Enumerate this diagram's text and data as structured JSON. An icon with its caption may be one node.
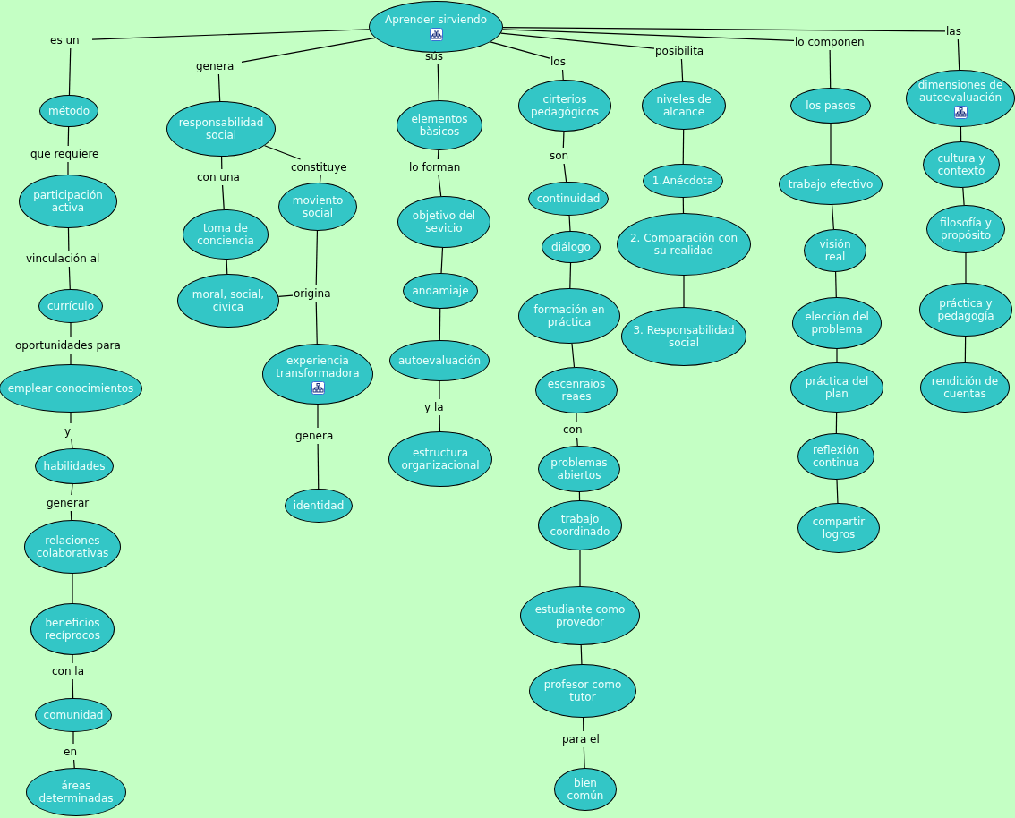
{
  "diagram": {
    "nodes": [
      {
        "text": [
          "Aprender sirviendo"
        ]
      },
      {
        "text": [
          "es un"
        ]
      },
      {
        "text": [
          "método"
        ]
      },
      {
        "text": [
          "que requiere"
        ]
      },
      {
        "text": [
          "participación activa"
        ]
      },
      {
        "text": [
          "vinculación al"
        ]
      },
      {
        "text": [
          "currículo"
        ]
      },
      {
        "text": [
          "oportunidades para"
        ]
      },
      {
        "text": [
          "emplear conocimientos"
        ]
      },
      {
        "text": [
          "y"
        ]
      },
      {
        "text": [
          "habilidades"
        ]
      },
      {
        "text": [
          "generar"
        ]
      },
      {
        "text": [
          "relaciones colaborativas"
        ]
      },
      {
        "text": [
          "beneficios recíprocos"
        ]
      },
      {
        "text": [
          "con la"
        ]
      },
      {
        "text": [
          "comunidad"
        ]
      },
      {
        "text": [
          "en"
        ]
      },
      {
        "text": [
          "áreas determinadas"
        ]
      },
      {
        "text": [
          "genera"
        ]
      },
      {
        "text": [
          "responsabilidad social"
        ]
      },
      {
        "text": [
          "con una"
        ]
      },
      {
        "text": [
          "toma de conciencia"
        ]
      },
      {
        "text": [
          "moral, social, civica"
        ]
      },
      {
        "text": [
          "constituye"
        ]
      },
      {
        "text": [
          "moviento social"
        ]
      },
      {
        "text": [
          "origina"
        ]
      },
      {
        "text": [
          "experiencia transformadora"
        ]
      },
      {
        "text": [
          "genera"
        ]
      },
      {
        "text": [
          "identidad"
        ]
      },
      {
        "text": [
          "sús"
        ]
      },
      {
        "text": [
          "elementos bàsicos"
        ]
      },
      {
        "text": [
          "lo forman"
        ]
      },
      {
        "text": [
          "objetivo del sevicio"
        ]
      },
      {
        "text": [
          "andamiaje"
        ]
      },
      {
        "text": [
          "autoevaluación"
        ]
      },
      {
        "text": [
          "y la"
        ]
      },
      {
        "text": [
          "estructura organizacional"
        ]
      },
      {
        "text": [
          "los"
        ]
      },
      {
        "text": [
          "cirterios pedagógicos"
        ]
      },
      {
        "text": [
          "son"
        ]
      },
      {
        "text": [
          "continuidad"
        ]
      },
      {
        "text": [
          "diálogo"
        ]
      },
      {
        "text": [
          "formación en práctica"
        ]
      },
      {
        "text": [
          "escenraios reaes"
        ]
      },
      {
        "text": [
          "con"
        ]
      },
      {
        "text": [
          "problemas abiertos"
        ]
      },
      {
        "text": [
          "trabajo coordinado"
        ]
      },
      {
        "text": [
          "estudiante como provedor"
        ]
      },
      {
        "text": [
          "profesor como tutor"
        ]
      },
      {
        "text": [
          "para el"
        ]
      },
      {
        "text": [
          "bien común"
        ]
      },
      {
        "text": [
          "posibilita"
        ]
      },
      {
        "text": [
          "niveles de alcance"
        ]
      },
      {
        "text": [
          "1.Anécdota"
        ]
      },
      {
        "text": [
          "2. Comparación con su realidad"
        ]
      },
      {
        "text": [
          "3. Responsabilidad social"
        ]
      },
      {
        "text": [
          "lo componen"
        ]
      },
      {
        "text": [
          "los pasos"
        ]
      },
      {
        "text": [
          "trabajo efectivo"
        ]
      },
      {
        "text": [
          "visión real"
        ]
      },
      {
        "text": [
          "elección del problema"
        ]
      },
      {
        "text": [
          "práctica del plan"
        ]
      },
      {
        "text": [
          "reflexión continua"
        ]
      },
      {
        "text": [
          "compartir logros"
        ]
      },
      {
        "text": [
          "las"
        ]
      },
      {
        "text": [
          "dimensiones de autoevaluación"
        ]
      },
      {
        "text": [
          "cultura y contexto"
        ]
      },
      {
        "text": [
          "filosofía y propósito"
        ]
      },
      {
        "text": [
          "práctica y pedagogía"
        ]
      },
      {
        "text": [
          "rendición de cuentas"
        ]
      }
    ],
    "edges": [
      {
        "from": 0,
        "to": 1,
        "arrow": "none"
      },
      {
        "from": 1,
        "to": 2,
        "arrow": "none"
      },
      {
        "from": 2,
        "to": 3,
        "arrow": "none"
      },
      {
        "from": 3,
        "to": 4,
        "arrow": "none"
      },
      {
        "from": 4,
        "to": 5,
        "arrow": "none"
      },
      {
        "from": 5,
        "to": 6,
        "arrow": "none"
      },
      {
        "from": 6,
        "to": 7,
        "arrow": "none"
      },
      {
        "from": 7,
        "to": 8,
        "arrow": "none"
      },
      {
        "from": 8,
        "to": 9,
        "arrow": "none"
      },
      {
        "from": 9,
        "to": 10,
        "arrow": "none"
      },
      {
        "from": 10,
        "to": 11,
        "arrow": "none"
      },
      {
        "from": 11,
        "to": 12,
        "arrow": "none"
      },
      {
        "from": 12,
        "to": 13,
        "arrow": "none"
      },
      {
        "from": 13,
        "to": 14,
        "arrow": "none"
      },
      {
        "from": 14,
        "to": 15,
        "arrow": "none"
      },
      {
        "from": 15,
        "to": 16,
        "arrow": "none"
      },
      {
        "from": 16,
        "to": 17,
        "arrow": "none"
      },
      {
        "from": 0,
        "to": 18,
        "arrow": "none"
      },
      {
        "from": 18,
        "to": 19,
        "arrow": "none"
      },
      {
        "from": 19,
        "to": 20,
        "arrow": "none"
      },
      {
        "from": 20,
        "to": 21,
        "arrow": "none"
      },
      {
        "from": 21,
        "to": 22,
        "arrow": "none"
      },
      {
        "from": 19,
        "to": 23,
        "arrow": "none"
      },
      {
        "from": 23,
        "to": 24,
        "arrow": "none"
      },
      {
        "from": 24,
        "to": 25,
        "arrow": "none"
      },
      {
        "from": 22,
        "to": 25,
        "arrow": "none"
      },
      {
        "from": 25,
        "to": 26,
        "arrow": "none"
      },
      {
        "from": 26,
        "to": 27,
        "arrow": "none"
      },
      {
        "from": 27,
        "to": 28,
        "arrow": "none"
      },
      {
        "from": 0,
        "to": 29,
        "arrow": "none"
      },
      {
        "from": 29,
        "to": 30,
        "arrow": "none"
      },
      {
        "from": 30,
        "to": 31,
        "arrow": "none"
      },
      {
        "from": 31,
        "to": 32,
        "arrow": "none"
      },
      {
        "from": 32,
        "to": 33,
        "arrow": "none"
      },
      {
        "from": 33,
        "to": 34,
        "arrow": "none"
      },
      {
        "from": 34,
        "to": 35,
        "arrow": "none"
      },
      {
        "from": 35,
        "to": 36,
        "arrow": "none"
      },
      {
        "from": 0,
        "to": 37,
        "arrow": "none"
      },
      {
        "from": 37,
        "to": 38,
        "arrow": "none"
      },
      {
        "from": 38,
        "to": 39,
        "arrow": "none"
      },
      {
        "from": 39,
        "to": 40,
        "arrow": "none"
      },
      {
        "from": 40,
        "to": 41,
        "arrow": "none"
      },
      {
        "from": 41,
        "to": 42,
        "arrow": "none"
      },
      {
        "from": 42,
        "to": 43,
        "arrow": "none"
      },
      {
        "from": 43,
        "to": 44,
        "arrow": "none"
      },
      {
        "from": 44,
        "to": 45,
        "arrow": "none"
      },
      {
        "from": 45,
        "to": 46,
        "arrow": "none"
      },
      {
        "from": 46,
        "to": 47,
        "arrow": "none"
      },
      {
        "from": 47,
        "to": 48,
        "arrow": "none"
      },
      {
        "from": 48,
        "to": 49,
        "arrow": "none"
      },
      {
        "from": 49,
        "to": 50,
        "arrow": "none"
      },
      {
        "from": 0,
        "to": 51,
        "arrow": "none"
      },
      {
        "from": 51,
        "to": 52,
        "arrow": "none"
      },
      {
        "from": 52,
        "to": 53,
        "arrow": "none"
      },
      {
        "from": 53,
        "to": 54,
        "arrow": "none"
      },
      {
        "from": 54,
        "to": 55,
        "arrow": "none"
      },
      {
        "from": 0,
        "to": 56,
        "arrow": "none"
      },
      {
        "from": 56,
        "to": 57,
        "arrow": "none"
      },
      {
        "from": 57,
        "to": 58,
        "arrow": "none"
      },
      {
        "from": 58,
        "to": 59,
        "arrow": "none"
      },
      {
        "from": 59,
        "to": 60,
        "arrow": "none"
      },
      {
        "from": 60,
        "to": 61,
        "arrow": "none"
      },
      {
        "from": 61,
        "to": 62,
        "arrow": "none"
      },
      {
        "from": 62,
        "to": 63,
        "arrow": "none"
      },
      {
        "from": 0,
        "to": 64,
        "arrow": "none"
      },
      {
        "from": 64,
        "to": 65,
        "arrow": "none"
      },
      {
        "from": 65,
        "to": 66,
        "arrow": "none"
      },
      {
        "from": 66,
        "to": 67,
        "arrow": "none"
      },
      {
        "from": 67,
        "to": 68,
        "arrow": "none"
      },
      {
        "from": 68,
        "to": 69,
        "arrow": "none"
      }
    ]
  }
}
